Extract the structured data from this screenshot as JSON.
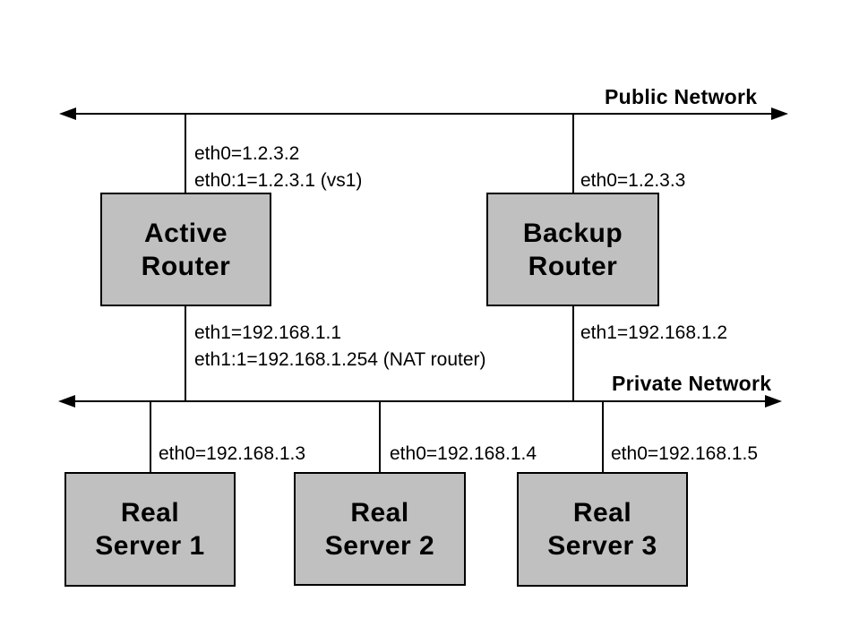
{
  "colors": {
    "background": "#ffffff",
    "node_fill": "#c0c0c0",
    "line": "#000000",
    "text": "#000000"
  },
  "networks": {
    "public": {
      "label": "Public Network"
    },
    "private": {
      "label": "Private Network"
    }
  },
  "nodes": {
    "active_router": {
      "line1": "Active",
      "line2": "Router"
    },
    "backup_router": {
      "line1": "Backup",
      "line2": "Router"
    },
    "real_server_1": {
      "line1": "Real",
      "line2": "Server 1"
    },
    "real_server_2": {
      "line1": "Real",
      "line2": "Server 2"
    },
    "real_server_3": {
      "line1": "Real",
      "line2": "Server 3"
    }
  },
  "interfaces": {
    "active_eth0_line1": "eth0=1.2.3.2",
    "active_eth0_line2": "eth0:1=1.2.3.1 (vs1)",
    "backup_eth0": "eth0=1.2.3.3",
    "active_eth1_line1": "eth1=192.168.1.1",
    "active_eth1_line2": "eth1:1=192.168.1.254 (NAT router)",
    "backup_eth1": "eth1=192.168.1.2",
    "server1_eth0": "eth0=192.168.1.3",
    "server2_eth0": "eth0=192.168.1.4",
    "server3_eth0": "eth0=192.168.1.5"
  }
}
